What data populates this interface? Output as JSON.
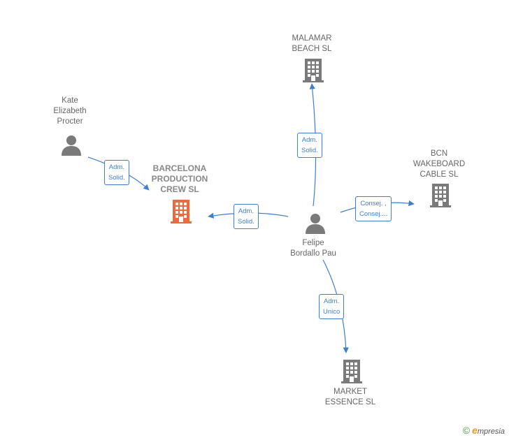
{
  "nodes": {
    "malamar": {
      "label_lines": [
        "MALAMAR",
        "BEACH SL"
      ],
      "kind": "company",
      "color": "#7a7a7a"
    },
    "kate": {
      "label_lines": [
        "Kate",
        "Elizabeth",
        "Procter"
      ],
      "kind": "person",
      "color": "#7a7a7a"
    },
    "barcelona": {
      "label_lines": [
        "BARCELONA",
        "PRODUCTION",
        "CREW  SL"
      ],
      "kind": "company",
      "color": "#ee6a3a"
    },
    "bcn": {
      "label_lines": [
        "BCN",
        "WAKEBOARD",
        "CABLE SL"
      ],
      "kind": "company",
      "color": "#7a7a7a"
    },
    "felipe": {
      "label_lines": [
        "Felipe",
        "Bordallo Pau"
      ],
      "kind": "person",
      "color": "#7a7a7a"
    },
    "market": {
      "label_lines": [
        "MARKET",
        "ESSENCE  SL"
      ],
      "kind": "company",
      "color": "#7a7a7a"
    }
  },
  "edges": {
    "kate_barcelona": {
      "lines": [
        "Adm.",
        "Solid."
      ]
    },
    "felipe_barcelona": {
      "lines": [
        "Adm.",
        "Solid."
      ]
    },
    "felipe_malamar": {
      "lines": [
        "Adm.",
        "Solid."
      ]
    },
    "felipe_bcn": {
      "lines": [
        "Consej. ,",
        "Consej...."
      ]
    },
    "felipe_market": {
      "lines": [
        "Adm.",
        "Unico"
      ]
    }
  },
  "edge_color": "#3d7fd4",
  "watermark": {
    "copyright": "©",
    "brand_initial": "e",
    "brand_rest": "mpresia"
  }
}
